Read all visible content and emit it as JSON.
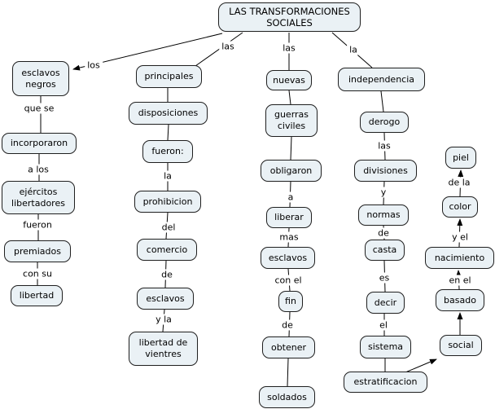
{
  "app": {
    "kind": "concept-map",
    "topic": "LAS TRANSFORMACIONES SOCIALES"
  },
  "colors": {
    "background": "#ffffff",
    "node_fill": "#eaf1f5",
    "node_border": "#1f1f1f",
    "line": "#000000",
    "text": "#000000"
  },
  "nodes": [
    {
      "id": "title",
      "label": "LAS TRANSFORMACIONES SOCIALES"
    },
    {
      "id": "esclavos-negros",
      "label": "esclavos negros"
    },
    {
      "id": "incorporaron",
      "label": "incorporaron"
    },
    {
      "id": "ejercitos-libertadores",
      "label": "ejércitos libertadores"
    },
    {
      "id": "premiados",
      "label": "premiados"
    },
    {
      "id": "libertad",
      "label": "libertad"
    },
    {
      "id": "principales",
      "label": "principales"
    },
    {
      "id": "disposiciones",
      "label": "disposiciones"
    },
    {
      "id": "fueron-colon",
      "label": "fueron:"
    },
    {
      "id": "prohibicion",
      "label": "prohibicion"
    },
    {
      "id": "comercio",
      "label": "comercio"
    },
    {
      "id": "esclavos-2",
      "label": "esclavos"
    },
    {
      "id": "libertad-de-vientres",
      "label": "libertad de vientres"
    },
    {
      "id": "nuevas",
      "label": "nuevas"
    },
    {
      "id": "guerras-civiles",
      "label": "guerras civiles"
    },
    {
      "id": "obligaron",
      "label": "obligaron"
    },
    {
      "id": "liberar",
      "label": "liberar"
    },
    {
      "id": "esclavos-3",
      "label": "esclavos"
    },
    {
      "id": "fin",
      "label": "fin"
    },
    {
      "id": "obtener",
      "label": "obtener"
    },
    {
      "id": "soldados",
      "label": "soldados"
    },
    {
      "id": "independencia",
      "label": "independencia"
    },
    {
      "id": "derogo",
      "label": "derogo"
    },
    {
      "id": "divisiones",
      "label": "divisiones"
    },
    {
      "id": "normas",
      "label": "normas"
    },
    {
      "id": "casta",
      "label": "casta"
    },
    {
      "id": "decir",
      "label": "decir"
    },
    {
      "id": "sistema",
      "label": "sistema"
    },
    {
      "id": "estratificacion",
      "label": "estratificacion"
    },
    {
      "id": "social",
      "label": "social"
    },
    {
      "id": "basado",
      "label": "basado"
    },
    {
      "id": "nacimiento",
      "label": "nacimiento"
    },
    {
      "id": "color",
      "label": "color"
    },
    {
      "id": "piel",
      "label": "piel"
    }
  ],
  "linking_phrases": [
    {
      "id": "los",
      "label": "los",
      "from": "LAS TRANSFORMACIONES SOCIALES",
      "to": "esclavos negros"
    },
    {
      "id": "las-1",
      "label": "las",
      "from": "LAS TRANSFORMACIONES SOCIALES",
      "to": "principales"
    },
    {
      "id": "las-2",
      "label": "las",
      "from": "LAS TRANSFORMACIONES SOCIALES",
      "to": "nuevas"
    },
    {
      "id": "la-1",
      "label": "la",
      "from": "LAS TRANSFORMACIONES SOCIALES",
      "to": "independencia"
    },
    {
      "id": "que-se",
      "label": "que se",
      "from": "esclavos negros",
      "to": "incorporaron"
    },
    {
      "id": "a-los",
      "label": "a los",
      "from": "incorporaron",
      "to": "ejércitos libertadores"
    },
    {
      "id": "fueron",
      "label": "fueron",
      "from": "ejércitos libertadores",
      "to": "premiados"
    },
    {
      "id": "con-su",
      "label": "con su",
      "from": "premiados",
      "to": "libertad"
    },
    {
      "id": "la-2",
      "label": "la",
      "from": "fueron:",
      "to": "prohibicion"
    },
    {
      "id": "del",
      "label": "del",
      "from": "prohibicion",
      "to": "comercio"
    },
    {
      "id": "de-1",
      "label": "de",
      "from": "comercio",
      "to": "esclavos"
    },
    {
      "id": "y-la",
      "label": "y la",
      "from": "esclavos",
      "to": "libertad de vientres"
    },
    {
      "id": "a",
      "label": "a",
      "from": "obligaron",
      "to": "liberar"
    },
    {
      "id": "mas",
      "label": "mas",
      "from": "liberar",
      "to": "esclavos"
    },
    {
      "id": "con-el",
      "label": "con el",
      "from": "esclavos",
      "to": "fin"
    },
    {
      "id": "de-2",
      "label": "de",
      "from": "fin",
      "to": "obtener"
    },
    {
      "id": "las-3",
      "label": "las",
      "from": "derogo",
      "to": "divisiones"
    },
    {
      "id": "y",
      "label": "y",
      "from": "divisiones",
      "to": "normas"
    },
    {
      "id": "de-3",
      "label": "de",
      "from": "normas",
      "to": "casta"
    },
    {
      "id": "es",
      "label": "es",
      "from": "casta",
      "to": "decir"
    },
    {
      "id": "el",
      "label": "el",
      "from": "decir",
      "to": "sistema"
    },
    {
      "id": "de-la",
      "label": "de la",
      "from": "color",
      "to": "piel"
    },
    {
      "id": "y-el",
      "label": "y el",
      "from": "nacimiento",
      "to": "color"
    },
    {
      "id": "en-el",
      "label": "en el",
      "from": "basado",
      "to": "nacimiento"
    }
  ]
}
